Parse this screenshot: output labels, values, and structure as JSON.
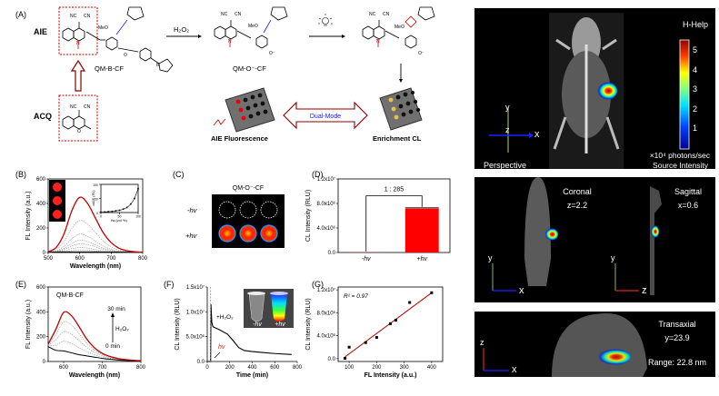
{
  "scheme": {
    "panel_label": "(A)",
    "aie_label": "AIE",
    "acq_label": "ACQ",
    "h2o2_label": "H₂O₂",
    "compound1": "QM-B-CF",
    "compound2": "QM-O⁻-CF",
    "atom_nc": "NC",
    "atom_cn": "CN",
    "atom_meo": "MeO",
    "atom_n": "N",
    "atom_o": "O",
    "atom_b": "B",
    "atom_ominus": "O⁻",
    "dual_mode": "Dual-Mode",
    "aie_fluorescence": "AIE Fluorescence",
    "enrichment_cl": "Enrichment CL",
    "colors": {
      "red": "#c00000",
      "blue": "#1a1aff",
      "arrow": "#7a0000"
    }
  },
  "panel_c": {
    "label": "(C)",
    "title": "QM-O⁻-CF",
    "row_minus": "-hv",
    "row_plus": "+hv"
  },
  "imaging": {
    "perspective": {
      "title": "H-Help",
      "view": "Perspective",
      "colorbar_ticks": [
        "5",
        "4",
        "3",
        "2",
        "1"
      ],
      "unit": "×10⁴ photons/sec",
      "unit_label": "Source Intensity",
      "axis_y": "y",
      "axis_x": "x",
      "axis_z": "z"
    },
    "coronal": {
      "title": "Coronal",
      "value": "z=2.2",
      "axis_y": "y",
      "axis_x": "x"
    },
    "sagittal": {
      "title": "Sagittal",
      "value": "x=0.6",
      "axis_y": "y",
      "axis_z": "z"
    },
    "transaxial": {
      "title": "Transaxial",
      "value": "y=23.9",
      "range": "Range: 22.8 nm",
      "axis_z": "z",
      "axis_x": "x"
    }
  },
  "chart_data": [
    {
      "id": "B",
      "label": "(B)",
      "type": "line",
      "xlabel": "Wavelength (nm)",
      "ylabel": "FL Intensity (a.u.)",
      "xlim": [
        500,
        800
      ],
      "ylim": [
        0,
        600
      ],
      "xticks": [
        500,
        600,
        700,
        800
      ],
      "xtick_labels": [
        "500",
        "600",
        "700",
        "800"
      ],
      "yticks": [
        0,
        200,
        400,
        600
      ],
      "ytick_labels": [
        "0",
        "200",
        "400",
        "600"
      ],
      "x": [
        500,
        525,
        550,
        575,
        600,
        625,
        650,
        675,
        700,
        725,
        750,
        775,
        800
      ],
      "series": [
        {
          "name": "low-1",
          "color": "#999999",
          "dashed": true,
          "values": [
            0,
            2,
            7,
            15,
            20,
            18,
            13,
            7,
            4,
            2,
            1,
            0,
            0
          ]
        },
        {
          "name": "low-2",
          "color": "#999999",
          "dashed": true,
          "values": [
            0,
            4,
            14,
            31,
            40,
            36,
            25,
            14,
            7,
            3,
            1,
            1,
            0
          ]
        },
        {
          "name": "low-3",
          "color": "#999999",
          "dashed": true,
          "values": [
            1,
            6,
            24,
            54,
            70,
            64,
            45,
            26,
            13,
            6,
            2,
            1,
            0
          ]
        },
        {
          "name": "low-4",
          "color": "#999999",
          "dashed": true,
          "values": [
            1,
            9,
            33,
            75,
            100,
            88,
            62,
            35,
            18,
            8,
            3,
            1,
            0
          ]
        },
        {
          "name": "mid",
          "color": "#999999",
          "dashed": true,
          "values": [
            2,
            13,
            50,
            112,
            150,
            132,
            92,
            53,
            26,
            12,
            5,
            2,
            1
          ]
        },
        {
          "name": "high",
          "color": "#999999",
          "dashed": true,
          "values": [
            3,
            23,
            87,
            197,
            260,
            232,
            162,
            93,
            46,
            20,
            9,
            3,
            1
          ]
        },
        {
          "name": "baseline",
          "color": "#000000",
          "dashed": false,
          "values": [
            3,
            4,
            5,
            5,
            5,
            5,
            5,
            4,
            4,
            3,
            3,
            2,
            2
          ]
        },
        {
          "name": "max",
          "color": "#c00000",
          "dashed": false,
          "values": [
            5,
            40,
            150,
            340,
            450,
            400,
            280,
            160,
            80,
            35,
            15,
            6,
            2
          ]
        }
      ],
      "inset": {
        "type": "line",
        "xlabel": "fw (vol %)",
        "ylabel": "αAIE (FL)",
        "xlim": [
          0,
          100
        ],
        "ylim": [
          0,
          100
        ],
        "xticks": [
          0,
          50,
          100
        ],
        "xtick_labels": [
          "0",
          "50",
          "100"
        ],
        "yticks": [
          0,
          50,
          100
        ],
        "ytick_labels": [
          "0",
          "50",
          "100"
        ],
        "x": [
          0,
          10,
          20,
          30,
          40,
          50,
          60,
          70,
          80,
          90,
          100
        ],
        "values": [
          1,
          2,
          3,
          4,
          6,
          8,
          12,
          18,
          30,
          50,
          85
        ]
      }
    },
    {
      "id": "D",
      "label": "(D)",
      "type": "bar",
      "xlabel": "",
      "ylabel": "CL Intensity (RLU)",
      "categories": [
        "-hv",
        "+hv"
      ],
      "values": [
        25263,
        7200000
      ],
      "errors": [
        0,
        100000
      ],
      "colors": [
        "#ff0000",
        "#ff0000"
      ],
      "ylim": [
        0,
        12000000
      ],
      "yticks": [
        0,
        4000000,
        8000000,
        12000000
      ],
      "ytick_labels": [
        "0.0",
        "4.0x10⁶",
        "8.0x10⁶",
        "1.2x10⁷"
      ],
      "annotation": "1 : 285"
    },
    {
      "id": "E",
      "label": "(E)",
      "type": "line",
      "title": "QM-B-CF",
      "xlabel": "Wavelength (nm)",
      "ylabel": "FL Intensity (a.u.)",
      "xlim": [
        560,
        800
      ],
      "ylim": [
        0,
        600
      ],
      "xticks": [
        600,
        700,
        800
      ],
      "xtick_labels": [
        "600",
        "700",
        "800"
      ],
      "yticks": [
        0,
        200,
        400,
        600
      ],
      "ytick_labels": [
        "0",
        "200",
        "400",
        "600"
      ],
      "x": [
        560,
        580,
        600,
        620,
        640,
        660,
        680,
        700,
        720,
        740,
        760,
        780,
        800
      ],
      "series": [
        {
          "name": "t1",
          "color": "#999999",
          "dashed": true,
          "values": [
            125,
            132,
            163,
            145,
            111,
            79,
            54,
            35,
            24,
            15,
            10,
            6,
            4
          ]
        },
        {
          "name": "t2",
          "color": "#999999",
          "dashed": true,
          "values": [
            130,
            175,
            240,
            220,
            168,
            113,
            73,
            45,
            29,
            18,
            12,
            8,
            5
          ]
        },
        {
          "name": "t3",
          "color": "#999999",
          "dashed": true,
          "values": [
            135,
            217,
            318,
            295,
            224,
            146,
            91,
            55,
            35,
            22,
            13,
            9,
            5
          ]
        },
        {
          "name": "0 min",
          "color": "#000000",
          "dashed": false,
          "values": [
            120,
            90,
            85,
            70,
            55,
            45,
            35,
            25,
            18,
            12,
            8,
            5,
            3
          ]
        },
        {
          "name": "30 min",
          "color": "#c00000",
          "dashed": false,
          "values": [
            140,
            260,
            395,
            370,
            280,
            180,
            110,
            65,
            40,
            25,
            15,
            10,
            6
          ]
        }
      ],
      "annotations": {
        "top": "30 min",
        "reagent": "H₂O₂",
        "bottom": "0 min"
      }
    },
    {
      "id": "F",
      "label": "(F)",
      "type": "line",
      "xlabel": "Time (min)",
      "ylabel": "CL Intensity (RLU)",
      "xlim": [
        0,
        800
      ],
      "ylim": [
        0,
        15000000
      ],
      "xticks": [
        0,
        200,
        400,
        600,
        800
      ],
      "xtick_labels": [
        "0",
        "200",
        "400",
        "600",
        "800"
      ],
      "yticks": [
        0,
        5000000,
        10000000,
        15000000
      ],
      "ytick_labels": [
        "0.0",
        "5.0x10⁶",
        "1.0x10⁷",
        "1.5x10⁷"
      ],
      "x": [
        0,
        30,
        33,
        40,
        50,
        100,
        180,
        230,
        280,
        330,
        400,
        500,
        600,
        750
      ],
      "values": [
        0,
        0,
        11500000,
        8000000,
        7000000,
        6500000,
        5500000,
        4200000,
        2800000,
        2200000,
        2000000,
        1800000,
        1600000,
        1400000
      ],
      "marker_time": 30,
      "annotations": {
        "reagent": "+H₂O₂",
        "light": "hv",
        "inset_minus": "-hv",
        "inset_plus": "+hv"
      }
    },
    {
      "id": "G",
      "label": "(G)",
      "type": "scatter",
      "xlabel": "FL Intensity (a.u.)",
      "ylabel": "CL Intensity (RLU)",
      "xlim": [
        60,
        440
      ],
      "ylim": [
        -500000,
        12500000
      ],
      "xticks": [
        100,
        200,
        300,
        400
      ],
      "xtick_labels": [
        "100",
        "200",
        "300",
        "400"
      ],
      "yticks": [
        0,
        4000000,
        8000000,
        12000000
      ],
      "ytick_labels": [
        "0.0",
        "4.0x10⁶",
        "8.0x10⁶",
        "1.2x10⁷"
      ],
      "x": [
        85,
        100,
        160,
        200,
        250,
        270,
        320,
        400
      ],
      "values": [
        50000,
        2000000,
        2800000,
        3700000,
        6100000,
        6700000,
        9800000,
        11500000
      ],
      "fit": {
        "x": [
          85,
          400
        ],
        "y": [
          300000,
          11500000
        ],
        "color": "#c00000"
      },
      "r2_label": "R² = 0.97"
    }
  ]
}
